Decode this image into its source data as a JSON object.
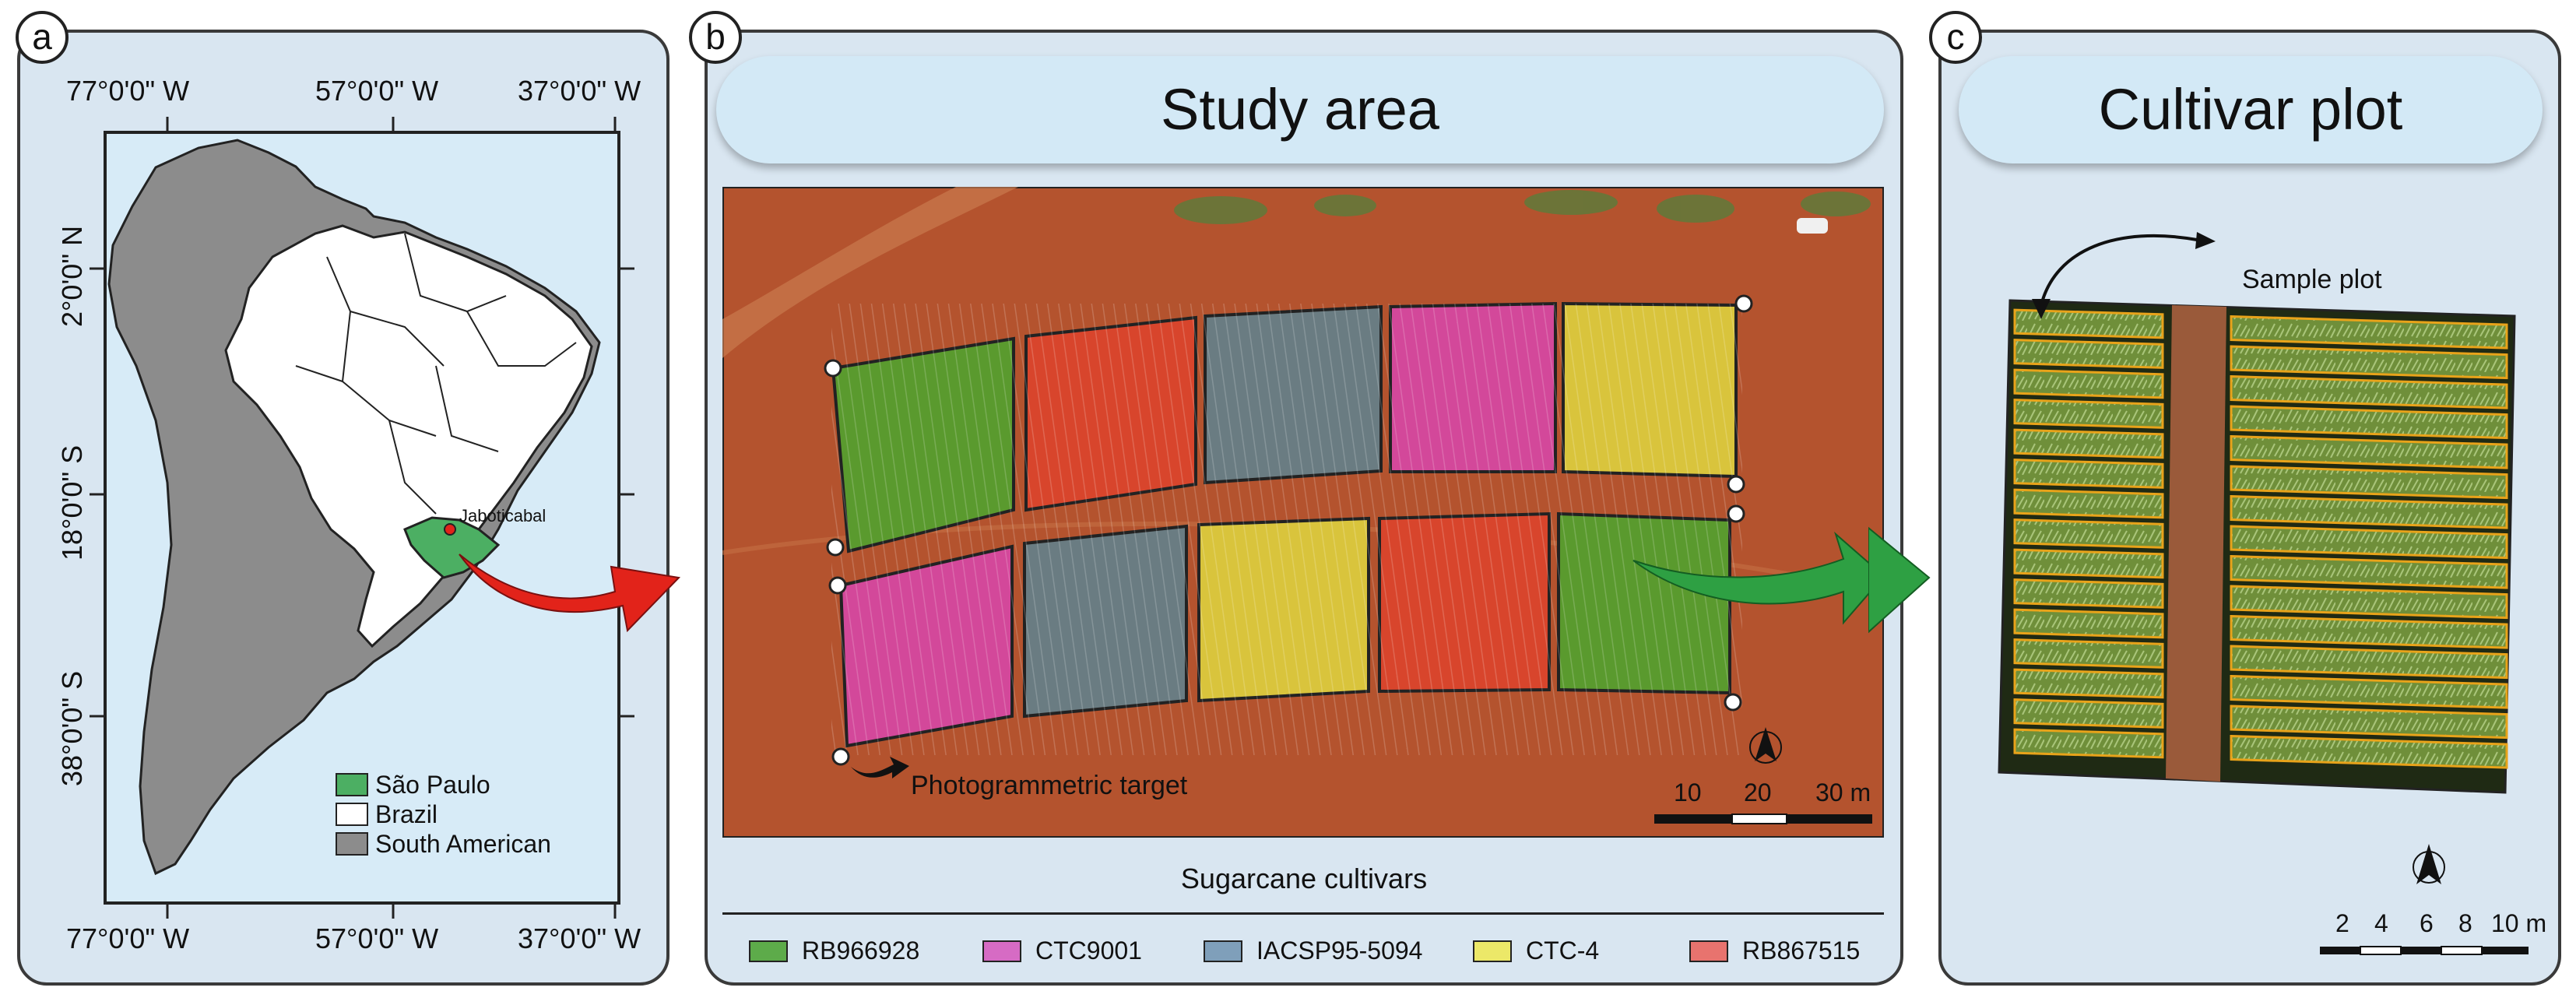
{
  "panel_a": {
    "letter": "a",
    "top_coords": [
      "77°0'0\" W",
      "57°0'0\" W",
      "37°0'0\" W"
    ],
    "bottom_coords": [
      "77°0'0\" W",
      "57°0'0\" W",
      "37°0'0\" W"
    ],
    "left_coords": [
      "2°0'0\" N",
      "18°0'0\" S",
      "38°0'0\" S"
    ],
    "city_label": "Jaboticabal",
    "legend": [
      {
        "label": "São Paulo",
        "color": "#4caf63"
      },
      {
        "label": "Brazil",
        "color": "#ffffff"
      },
      {
        "label": "South American",
        "color": "#8c8c8c"
      }
    ]
  },
  "panel_b": {
    "letter": "b",
    "title": "Study area",
    "target_label": "Photogrammetric target",
    "scale_labels": [
      "10",
      "20",
      "30 m"
    ],
    "cultivars_title": "Sugarcane cultivars",
    "cultivars": [
      {
        "label": "RB966928",
        "color": "#5dab4a"
      },
      {
        "label": "CTC9001",
        "color": "#d66bc4"
      },
      {
        "label": "IACSP95-5094",
        "color": "#7f9fba"
      },
      {
        "label": "CTC-4",
        "color": "#ece868"
      },
      {
        "label": "RB867515",
        "color": "#e8736e"
      }
    ]
  },
  "panel_c": {
    "letter": "c",
    "title": "Cultivar plot",
    "sample_label": "Sample plot",
    "scale_labels": [
      "2",
      "4",
      "6",
      "8",
      "10 m"
    ]
  },
  "colors": {
    "panel_bg": "#d9e6f1",
    "banner_bg": "#d3e9f6",
    "soil": "#b4532e",
    "plot_green": "#5a9a2e",
    "plot_red": "#d8452c",
    "plot_gray": "#6a7c82",
    "plot_pink": "#d3489a",
    "plot_yellow": "#d9c43c",
    "arrow_red": "#e2231a",
    "arrow_green": "#2ea043",
    "row_outline": "#e8a31a"
  }
}
